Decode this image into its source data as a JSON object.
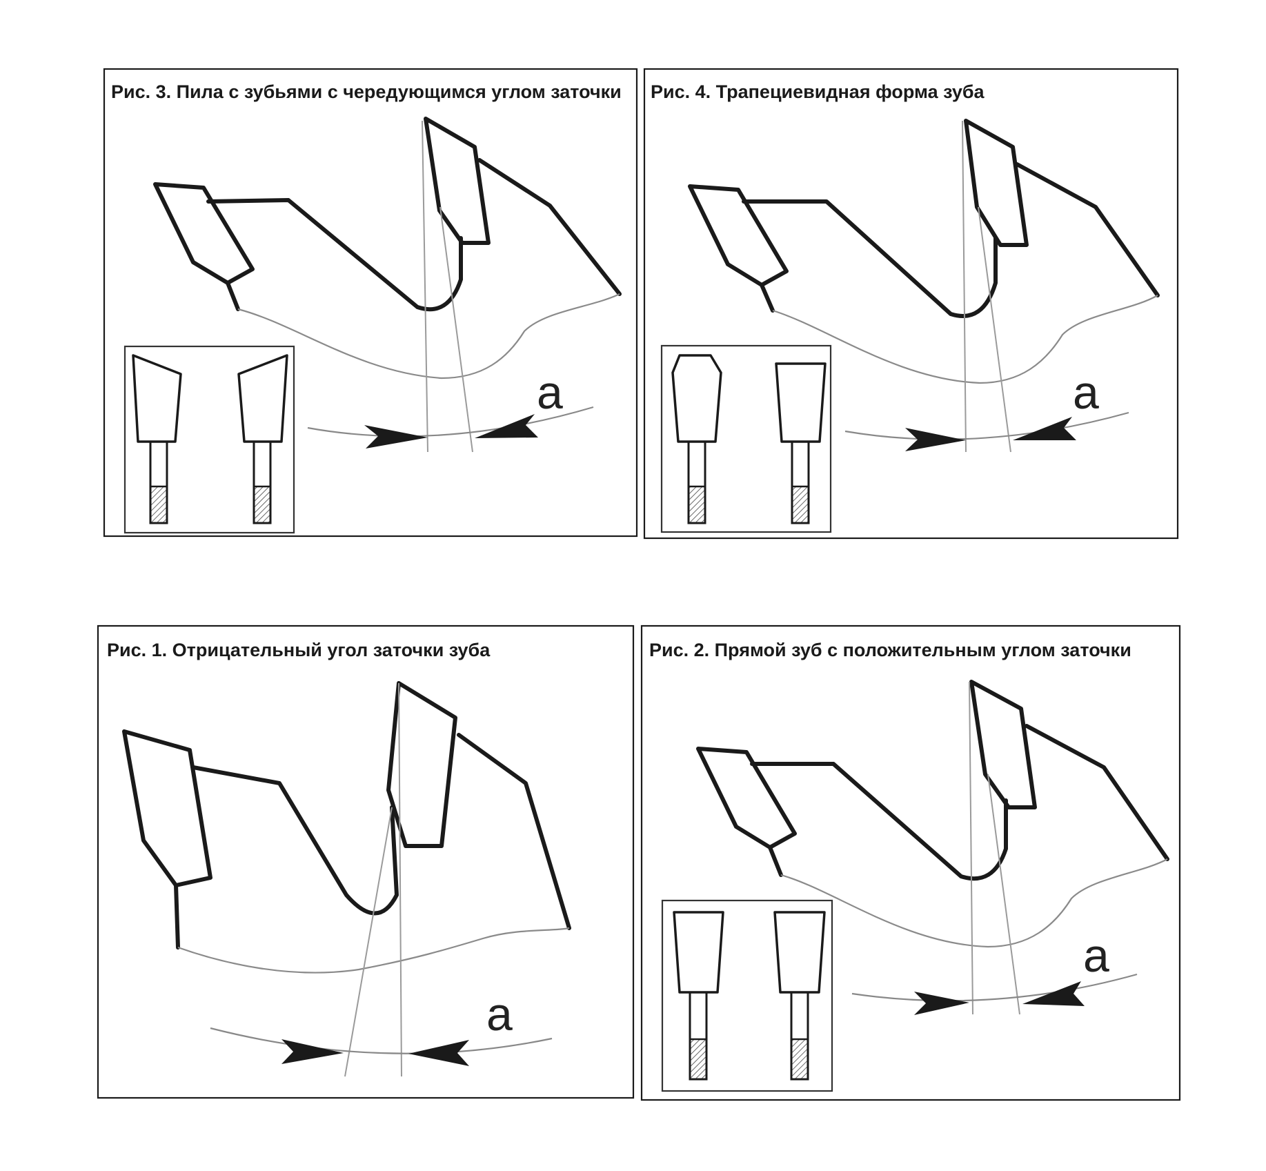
{
  "figures": {
    "fig3": {
      "title": "Рис. 3. Пила с зубьями с чередующимся углом заточки",
      "angle_label": "a"
    },
    "fig4": {
      "title": "Рис. 4. Трапециевидная форма зуба",
      "angle_label": "a"
    },
    "fig1": {
      "title": "Рис. 1. Отрицательный угол заточки зуба",
      "angle_label": "a"
    },
    "fig2": {
      "title": "Рис. 2. Прямой зуб с положительным углом заточки",
      "angle_label": "a"
    }
  },
  "colors": {
    "line": "#1a1a1a",
    "thin_line": "#8a8a8a",
    "background": "#ffffff"
  }
}
